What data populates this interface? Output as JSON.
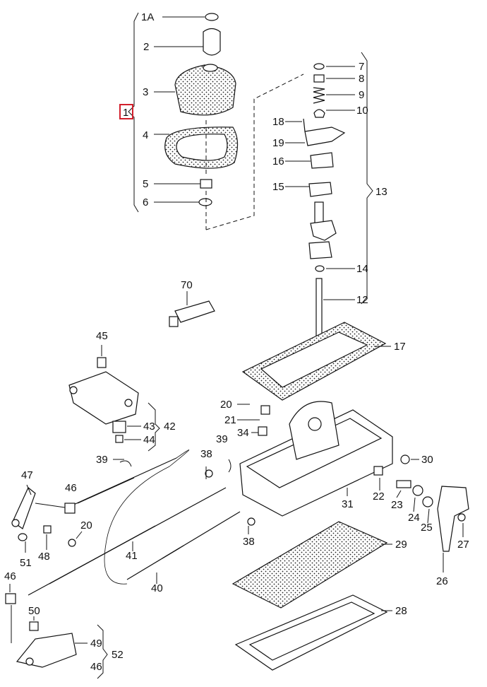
{
  "diagram": {
    "highlight_color": "#d21f2b",
    "callouts": [
      {
        "id": "c-1A",
        "text": "1A"
      },
      {
        "id": "c-2",
        "text": "2"
      },
      {
        "id": "c-3",
        "text": "3"
      },
      {
        "id": "c-1",
        "text": "1"
      },
      {
        "id": "c-4",
        "text": "4"
      },
      {
        "id": "c-5",
        "text": "5"
      },
      {
        "id": "c-6",
        "text": "6"
      },
      {
        "id": "c-7",
        "text": "7"
      },
      {
        "id": "c-8",
        "text": "8"
      },
      {
        "id": "c-9",
        "text": "9"
      },
      {
        "id": "c-10",
        "text": "10"
      },
      {
        "id": "c-18",
        "text": "18"
      },
      {
        "id": "c-19",
        "text": "19"
      },
      {
        "id": "c-16",
        "text": "16"
      },
      {
        "id": "c-15",
        "text": "15"
      },
      {
        "id": "c-13",
        "text": "13"
      },
      {
        "id": "c-14",
        "text": "14"
      },
      {
        "id": "c-12",
        "text": "12"
      },
      {
        "id": "c-70",
        "text": "70"
      },
      {
        "id": "c-17",
        "text": "17"
      },
      {
        "id": "c-45",
        "text": "45"
      },
      {
        "id": "c-20a",
        "text": "20"
      },
      {
        "id": "c-21",
        "text": "21"
      },
      {
        "id": "c-43",
        "text": "43"
      },
      {
        "id": "c-42",
        "text": "42"
      },
      {
        "id": "c-44",
        "text": "44"
      },
      {
        "id": "c-34",
        "text": "34"
      },
      {
        "id": "c-39a",
        "text": "39"
      },
      {
        "id": "c-38a",
        "text": "38"
      },
      {
        "id": "c-39b",
        "text": "39"
      },
      {
        "id": "c-30",
        "text": "30"
      },
      {
        "id": "c-47",
        "text": "47"
      },
      {
        "id": "c-46a",
        "text": "46"
      },
      {
        "id": "c-22",
        "text": "22"
      },
      {
        "id": "c-31",
        "text": "31"
      },
      {
        "id": "c-23",
        "text": "23"
      },
      {
        "id": "c-24",
        "text": "24"
      },
      {
        "id": "c-25",
        "text": "25"
      },
      {
        "id": "c-20b",
        "text": "20"
      },
      {
        "id": "c-48",
        "text": "48"
      },
      {
        "id": "c-41",
        "text": "41"
      },
      {
        "id": "c-38b",
        "text": "38"
      },
      {
        "id": "c-29",
        "text": "29"
      },
      {
        "id": "c-27",
        "text": "27"
      },
      {
        "id": "c-51",
        "text": "51"
      },
      {
        "id": "c-40",
        "text": "40"
      },
      {
        "id": "c-26",
        "text": "26"
      },
      {
        "id": "c-46b",
        "text": "46"
      },
      {
        "id": "c-28",
        "text": "28"
      },
      {
        "id": "c-50",
        "text": "50"
      },
      {
        "id": "c-49",
        "text": "49"
      },
      {
        "id": "c-52",
        "text": "52"
      },
      {
        "id": "c-46c",
        "text": "46"
      }
    ]
  }
}
